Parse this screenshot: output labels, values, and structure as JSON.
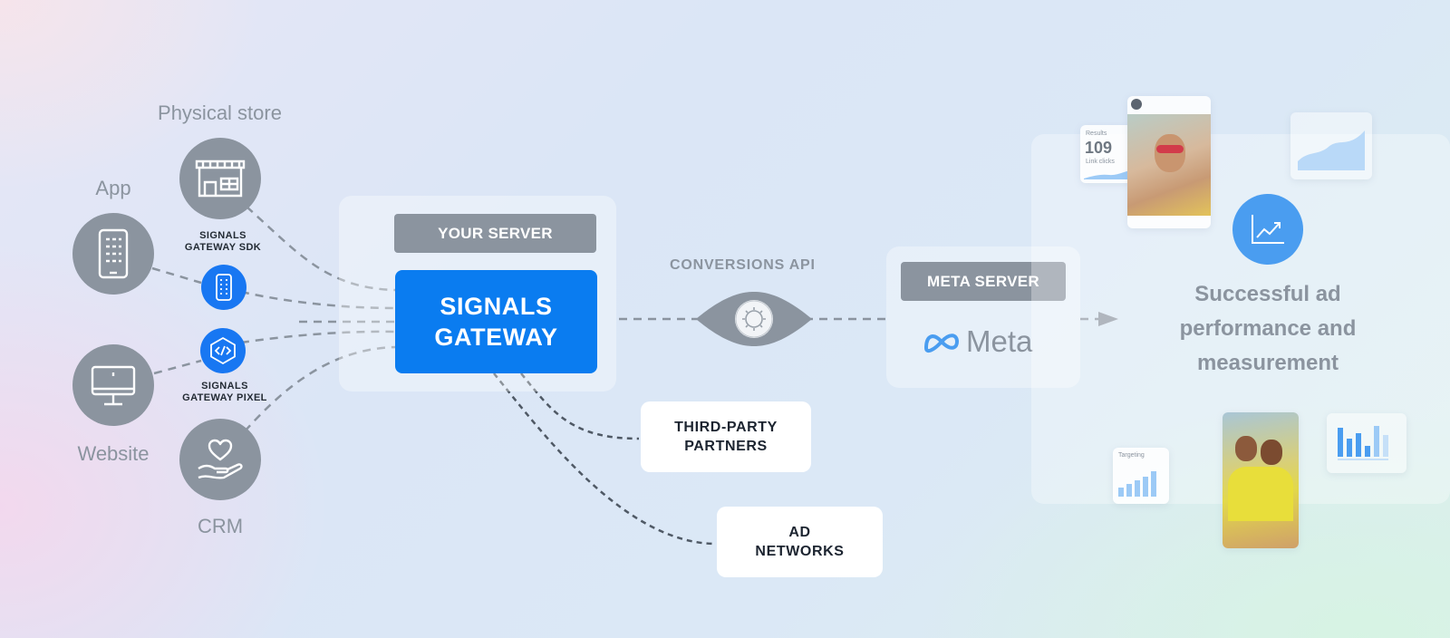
{
  "sources": {
    "physical_store": "Physical store",
    "app": "App",
    "website": "Website",
    "crm": "CRM",
    "sdk_label_line1": "SIGNALS",
    "sdk_label_line2": "GATEWAY SDK",
    "pixel_label_line1": "SIGNALS",
    "pixel_label_line2": "GATEWAY PIXEL"
  },
  "your_server": {
    "header": "YOUR SERVER",
    "gateway_line1": "SIGNALS",
    "gateway_line2": "GATEWAY"
  },
  "destinations": {
    "third_party_line1": "THIRD-PARTY",
    "third_party_line2": "PARTNERS",
    "ad_networks_line1": "AD",
    "ad_networks_line2": "NETWORKS"
  },
  "conversions_api": "CONVERSIONS API",
  "meta_server": {
    "header": "META SERVER",
    "brand": "Meta"
  },
  "outcome": {
    "line1": "Successful ad",
    "line2": "performance and",
    "line3": "measurement"
  },
  "result_card": {
    "title": "Results",
    "value": "109",
    "caption": "Link clicks"
  },
  "targeting_card": {
    "title": "Targeting"
  },
  "colors": {
    "gateway_blue": "#0a7cf0",
    "muted_gray": "#8b949f",
    "accent_blue": "#1877f2",
    "chart_blue": "#4a9df0"
  },
  "icons": [
    "store-icon",
    "phone-icon",
    "monitor-icon",
    "heart-hand-icon",
    "code-icon",
    "gear-icon",
    "chart-line-icon",
    "meta-logo-icon",
    "arrow-right-icon"
  ]
}
